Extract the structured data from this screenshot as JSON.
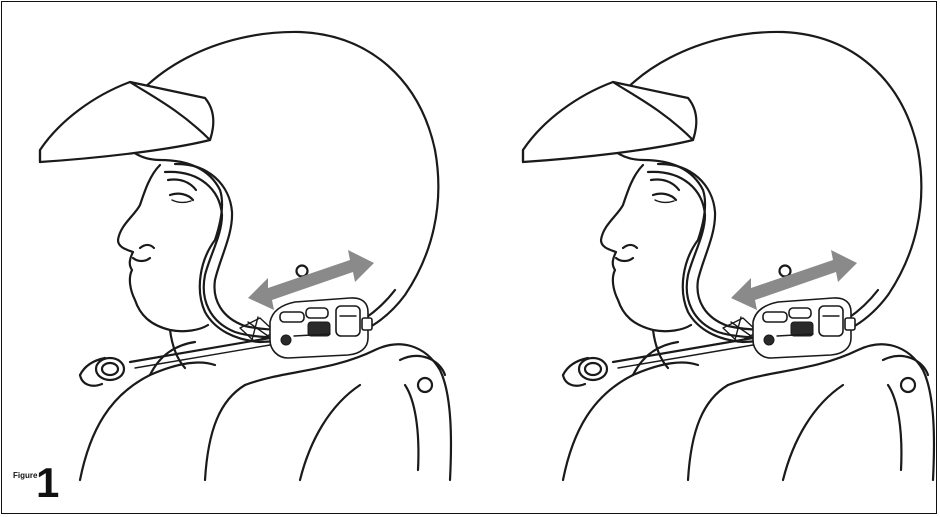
{
  "figure": {
    "label": "Figure",
    "number": "1"
  },
  "panels": [
    {
      "id": "left",
      "content": "helmet-with-intercom-device"
    },
    {
      "id": "right",
      "content": "helmet-with-intercom-device"
    }
  ],
  "colors": {
    "line": "#1a1a1a",
    "arrow": "#8a8a8a",
    "background": "#ffffff"
  }
}
